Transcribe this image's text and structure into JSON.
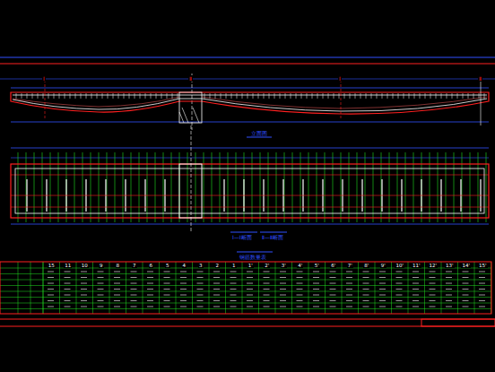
{
  "diagram": {
    "labels": [
      "Ⅰ",
      "Ⅱ",
      "Ⅰ",
      "Ⅱ",
      "立面图",
      "Ⅰ—Ⅰ断面",
      "Ⅱ—Ⅱ断面",
      "钢筋数量表",
      "15",
      "11",
      "10",
      "9",
      "8",
      "7",
      "6",
      "5",
      "4",
      "3",
      "2",
      "1",
      "1'",
      "2'",
      "3'",
      "4'",
      "5'",
      "6'",
      "7'",
      "8'",
      "9'",
      "10'",
      "11'",
      "12'",
      "13'",
      "14'",
      "15'"
    ]
  }
}
